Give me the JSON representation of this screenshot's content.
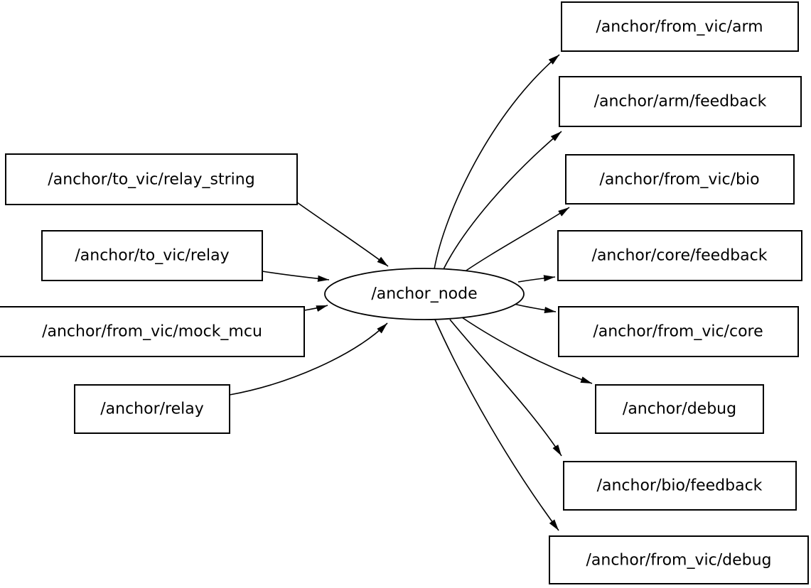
{
  "graph": {
    "center_node": {
      "label": "/anchor_node",
      "shape": "ellipse"
    },
    "inputs": [
      {
        "label": "/anchor/to_vic/relay_string"
      },
      {
        "label": "/anchor/to_vic/relay"
      },
      {
        "label": "/anchor/from_vic/mock_mcu"
      },
      {
        "label": "/anchor/relay"
      }
    ],
    "outputs": [
      {
        "label": "/anchor/from_vic/arm"
      },
      {
        "label": "/anchor/arm/feedback"
      },
      {
        "label": "/anchor/from_vic/bio"
      },
      {
        "label": "/anchor/core/feedback"
      },
      {
        "label": "/anchor/from_vic/core"
      },
      {
        "label": "/anchor/debug"
      },
      {
        "label": "/anchor/bio/feedback"
      },
      {
        "label": "/anchor/from_vic/debug"
      }
    ],
    "edges": [
      {
        "from": "/anchor/to_vic/relay_string",
        "to": "/anchor_node"
      },
      {
        "from": "/anchor/to_vic/relay",
        "to": "/anchor_node"
      },
      {
        "from": "/anchor/from_vic/mock_mcu",
        "to": "/anchor_node"
      },
      {
        "from": "/anchor/relay",
        "to": "/anchor_node"
      },
      {
        "from": "/anchor_node",
        "to": "/anchor/from_vic/arm"
      },
      {
        "from": "/anchor_node",
        "to": "/anchor/arm/feedback"
      },
      {
        "from": "/anchor_node",
        "to": "/anchor/from_vic/bio"
      },
      {
        "from": "/anchor_node",
        "to": "/anchor/core/feedback"
      },
      {
        "from": "/anchor_node",
        "to": "/anchor/from_vic/core"
      },
      {
        "from": "/anchor_node",
        "to": "/anchor/debug"
      },
      {
        "from": "/anchor_node",
        "to": "/anchor/bio/feedback"
      },
      {
        "from": "/anchor_node",
        "to": "/anchor/from_vic/debug"
      }
    ],
    "colors": {
      "background": "#ffffff",
      "node_border": "#000000",
      "edge": "#000000",
      "text": "#000000"
    }
  }
}
